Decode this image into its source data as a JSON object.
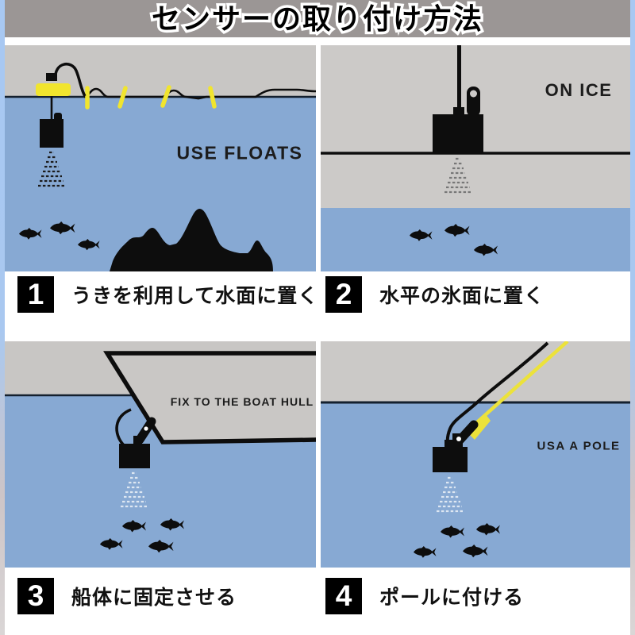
{
  "header": {
    "title": "センサーの取り付け方法"
  },
  "panels": [
    {
      "label": "USE FLOATS",
      "number": "1",
      "caption": "うきを利用して水面に置く"
    },
    {
      "label": "ON ICE",
      "number": "2",
      "caption": "水平の氷面に置く"
    },
    {
      "label": "FIX TO THE BOAT HULL",
      "number": "3",
      "caption": "船体に固定させる"
    },
    {
      "label": "USA A POLE",
      "number": "4",
      "caption": "ポールに付ける"
    }
  ],
  "colors": {
    "titlebar_gray": "#9b9695",
    "sky_gray": "#c8c6c4",
    "ice_gray": "#cccac8",
    "water_blue": "#87a9d3",
    "accent_yellow": "#f1e52e",
    "silhouette_black": "#0d0d0d",
    "edge_top_blue": "#a8c8f2",
    "edge_bottom_gray": "#dad6d6"
  }
}
